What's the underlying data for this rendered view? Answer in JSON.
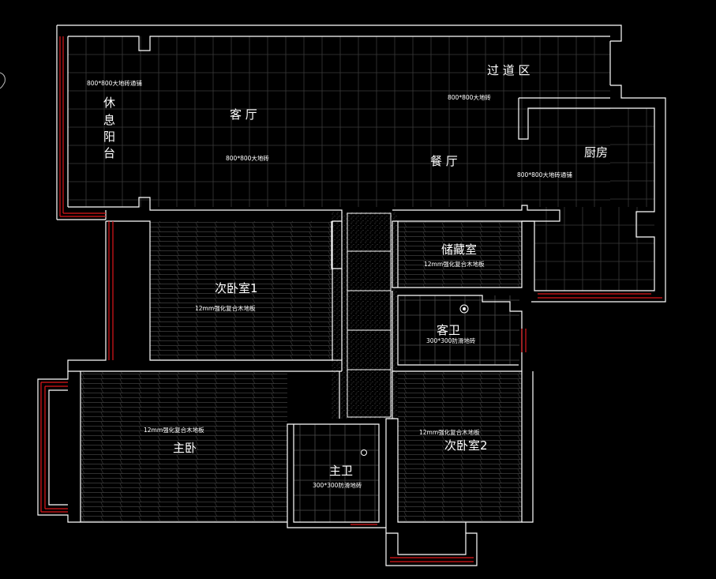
{
  "rooms": {
    "balcony": {
      "label_chars": [
        "休",
        "息",
        "阳",
        "台"
      ]
    },
    "living": {
      "label": "客 厅"
    },
    "dining": {
      "label": "餐 厅"
    },
    "corridor": {
      "label": "过 道 区"
    },
    "kitchen": {
      "label": "厨房"
    },
    "storage": {
      "label": "储藏室"
    },
    "guest_bath": {
      "label": "客卫"
    },
    "bedroom1": {
      "label": "次卧室1"
    },
    "master": {
      "label": "主卧"
    },
    "master_bath": {
      "label": "主卫"
    },
    "bedroom2": {
      "label": "次卧室2"
    }
  },
  "materials": {
    "balcony_tile": "800*800大地砖通铺",
    "living_tile": "800*800大地砖",
    "corridor_tile": "800*800大地砖",
    "kitchen_tile": "800*800大地砖通铺",
    "storage_floor": "12mm强化复合木地板",
    "guest_bath_floor": "300*300防滑地砖",
    "bedroom1_floor": "12mm强化复合木地板",
    "master_floor": "12mm强化复合木地板",
    "master_bath_floor": "300*300防滑地砖",
    "bedroom2_floor": "12mm强化复合木地板"
  },
  "colors": {
    "wall": "#ffffff",
    "window": "#e0161a",
    "grid": "#3a3a3a"
  }
}
